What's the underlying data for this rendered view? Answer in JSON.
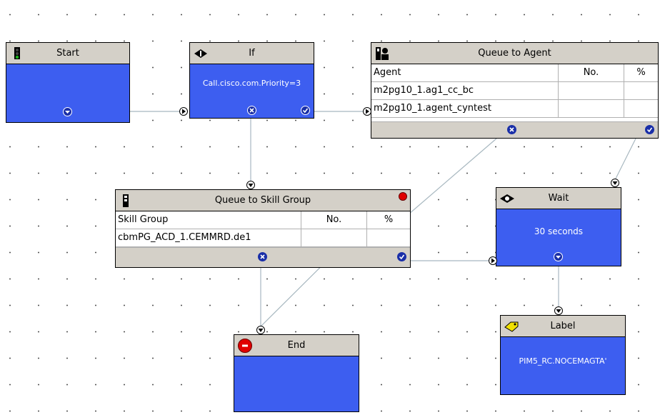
{
  "nodes": {
    "start": {
      "title": "Start",
      "icon": "traffic-light-icon"
    },
    "if": {
      "title": "If",
      "expression": "Call.cisco.com.Priority=3",
      "icon": "diamond-icon"
    },
    "queue_agent": {
      "title": "Queue to Agent",
      "icon": "agent-queue-icon",
      "headers": [
        "Agent",
        "No.",
        "%"
      ],
      "rows": [
        [
          "m2pg10_1.ag1_cc_bc",
          "",
          ""
        ],
        [
          "m2pg10_1.agent_cyntest",
          "",
          ""
        ]
      ]
    },
    "queue_skill": {
      "title": "Queue to Skill Group",
      "icon": "skill-group-icon",
      "headers": [
        "Skill Group",
        "No.",
        "%"
      ],
      "rows": [
        [
          "cbmPG_ACD_1.CEMMRD.de1",
          "",
          ""
        ]
      ]
    },
    "wait": {
      "title": "Wait",
      "duration": "30 seconds",
      "icon": "wait-icon"
    },
    "label": {
      "title": "Label",
      "value": "PIM5_RC.NOCEMAGTA'",
      "icon": "tag-icon"
    },
    "end": {
      "title": "End",
      "icon": "stop-icon"
    }
  },
  "colors": {
    "node_blue": "#3d5ef0",
    "title_gray": "#d4d0c8",
    "port_dark": "#1a2fa8",
    "error_red": "#e00000"
  }
}
